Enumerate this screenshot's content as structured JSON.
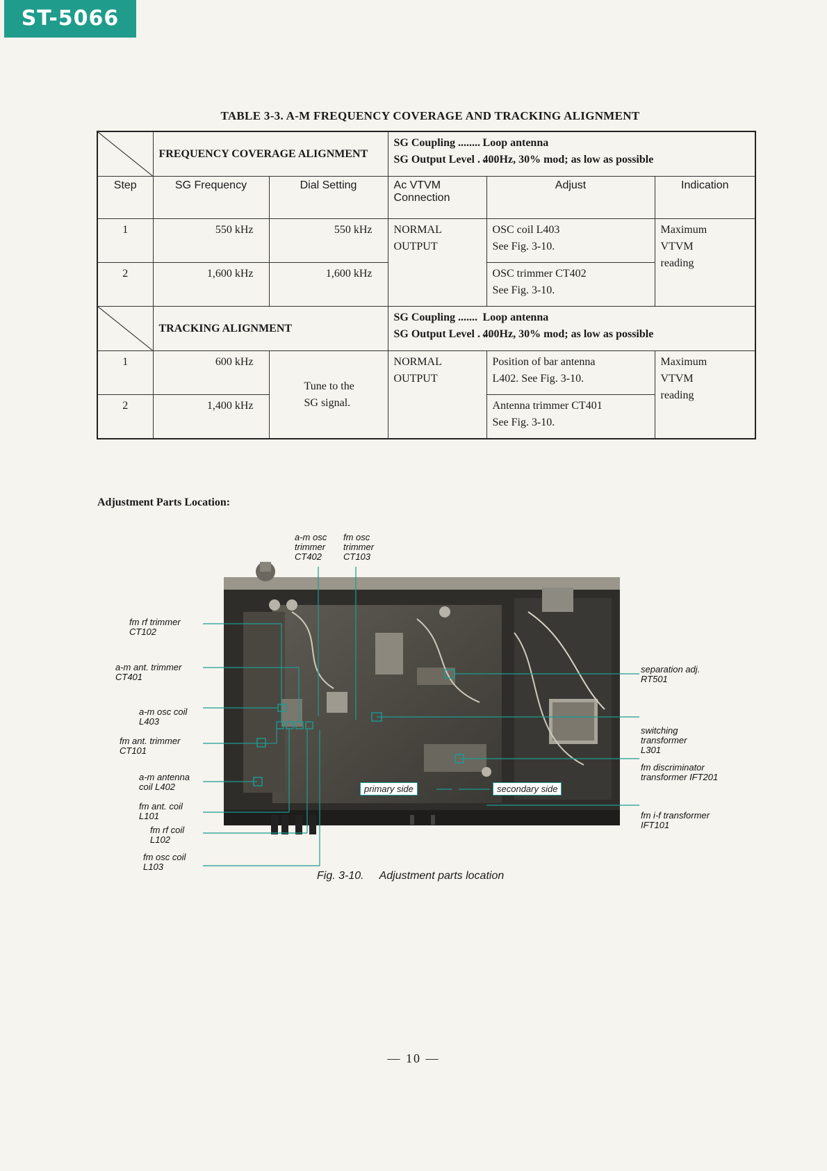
{
  "brand": "ST-5066",
  "table": {
    "title": "TABLE 3-3.  A-M FREQUENCY COVERAGE AND TRACKING ALIGNMENT",
    "freq_section": {
      "label": "FREQUENCY COVERAGE ALIGNMENT",
      "coupling_key": "SG Coupling  ........",
      "coupling_val": "Loop antenna",
      "output_key": "SG Output Level . . . .",
      "output_val": "400Hz, 30% mod; as low as possible"
    },
    "headers": {
      "step": "Step",
      "sg_freq": "SG Frequency",
      "dial": "Dial Setting",
      "vtvm_1": "Ac VTVM",
      "vtvm_2": "Connection",
      "adjust": "Adjust",
      "indication": "Indication"
    },
    "freq_rows": [
      {
        "step": "1",
        "sg": "550 kHz",
        "dial": "550 kHz",
        "adjust_1": "OSC coil  L403",
        "adjust_2": "See  Fig. 3-10."
      },
      {
        "step": "2",
        "sg": "1,600 kHz",
        "dial": "1,600 kHz",
        "adjust_1": "OSC trimmer  CT402",
        "adjust_2": "See  Fig.  3-10."
      }
    ],
    "freq_connection_1": "NORMAL",
    "freq_connection_2": "OUTPUT",
    "freq_indication_1": "Maximum",
    "freq_indication_2": "VTVM",
    "freq_indication_3": "reading",
    "track_section": {
      "label": "TRACKING ALIGNMENT",
      "coupling_key": "SG Coupling  .......",
      "coupling_val": "Loop antenna",
      "output_key": "SG Output Level . . .",
      "output_val": "400Hz, 30% mod; as low as possible"
    },
    "track_rows": [
      {
        "step": "1",
        "sg": "600 kHz",
        "adjust_1": "Position  of  bar  antenna",
        "adjust_2": "L402.  See  Fig.  3-10."
      },
      {
        "step": "2",
        "sg": "1,400 kHz",
        "adjust_1": "Antenna  trimmer  CT401",
        "adjust_2": "See  Fig.  3-10."
      }
    ],
    "track_dial_1": "Tune  to  the",
    "track_dial_2": "SG  signal.",
    "track_connection_1": "NORMAL",
    "track_connection_2": "OUTPUT",
    "track_indication_1": "Maximum",
    "track_indication_2": "VTVM",
    "track_indication_3": "reading"
  },
  "parts_title": "Adjustment  Parts  Location:",
  "figure": {
    "top_labels": [
      {
        "l1": "a-m osc",
        "l2": "trimmer",
        "l3": "CT402"
      },
      {
        "l1": "fm osc",
        "l2": "trimmer",
        "l3": "CT103"
      }
    ],
    "left_labels": [
      {
        "l1": "fm rf trimmer",
        "l2": "CT102"
      },
      {
        "l1": "a-m ant. trimmer",
        "l2": "CT401"
      },
      {
        "l1": "a-m osc coil",
        "l2": "L403"
      },
      {
        "l1": "fm ant. trimmer",
        "l2": "CT101"
      },
      {
        "l1": "a-m antenna",
        "l2": "coil L402"
      },
      {
        "l1": "fm ant. coil",
        "l2": "L101"
      },
      {
        "l1": "fm rf coil",
        "l2": "L102"
      },
      {
        "l1": "fm osc coil",
        "l2": "L103"
      }
    ],
    "right_labels": [
      {
        "l1": "separation adj.",
        "l2": "RT501",
        "l3": ""
      },
      {
        "l1": "switching",
        "l2": "transformer",
        "l3": "L301"
      },
      {
        "l1": "fm discriminator",
        "l2": "transformer IFT201",
        "l3": ""
      },
      {
        "l1": "fm i-f transformer",
        "l2": "IFT101",
        "l3": ""
      }
    ],
    "primary_side": "primary side",
    "secondary_side": "secondary side",
    "caption_num": "Fig. 3-10.",
    "caption_text": "Adjustment  parts  location"
  },
  "page_number": "— 10 —",
  "colors": {
    "brand": "#1f9c8c",
    "leader": "#1a9c94"
  }
}
